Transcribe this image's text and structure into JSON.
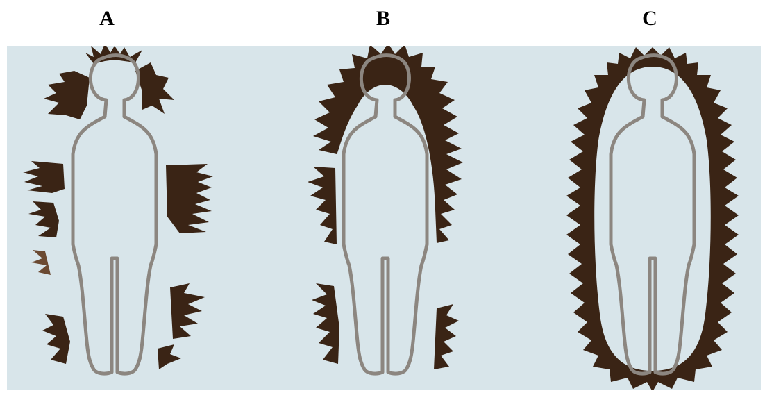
{
  "panels": [
    {
      "label": "A",
      "aura_state": "fragmented"
    },
    {
      "label": "B",
      "aura_state": "partial"
    },
    {
      "label": "C",
      "aura_state": "complete"
    }
  ],
  "colors": {
    "background": "#d8e5ea",
    "aura": "#3a2415",
    "outline": "#8c8680"
  }
}
